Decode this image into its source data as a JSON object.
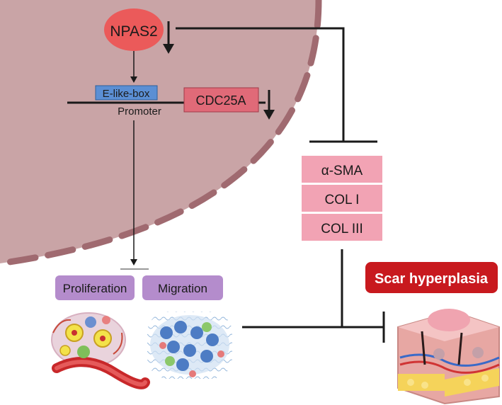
{
  "nodes": {
    "npas2": "NPAS2",
    "e_box": "E-like-box",
    "promoter": "Promoter",
    "cdc25a": "CDC25A",
    "markers": [
      "α-SMA",
      "COL I",
      "COL III"
    ],
    "proliferation": "Proliferation",
    "migration": "Migration",
    "scar": "Scar hyperplasia"
  },
  "colors": {
    "cell_fill": "#c9a4a6",
    "cell_border": "#a06a70",
    "npas2_fill": "#eb5a5a",
    "e_box_fill": "#5b8fd4",
    "cdc25a_fill": "#e06a78",
    "marker_fill": "#f2a3b4",
    "process_fill": "#b48ccc",
    "scar_banner_fill": "#c8191e",
    "line": "#1a1a1a"
  },
  "icons": {
    "npas2_change": "down-arrow-icon",
    "cdc25a_change": "down-arrow-icon"
  }
}
